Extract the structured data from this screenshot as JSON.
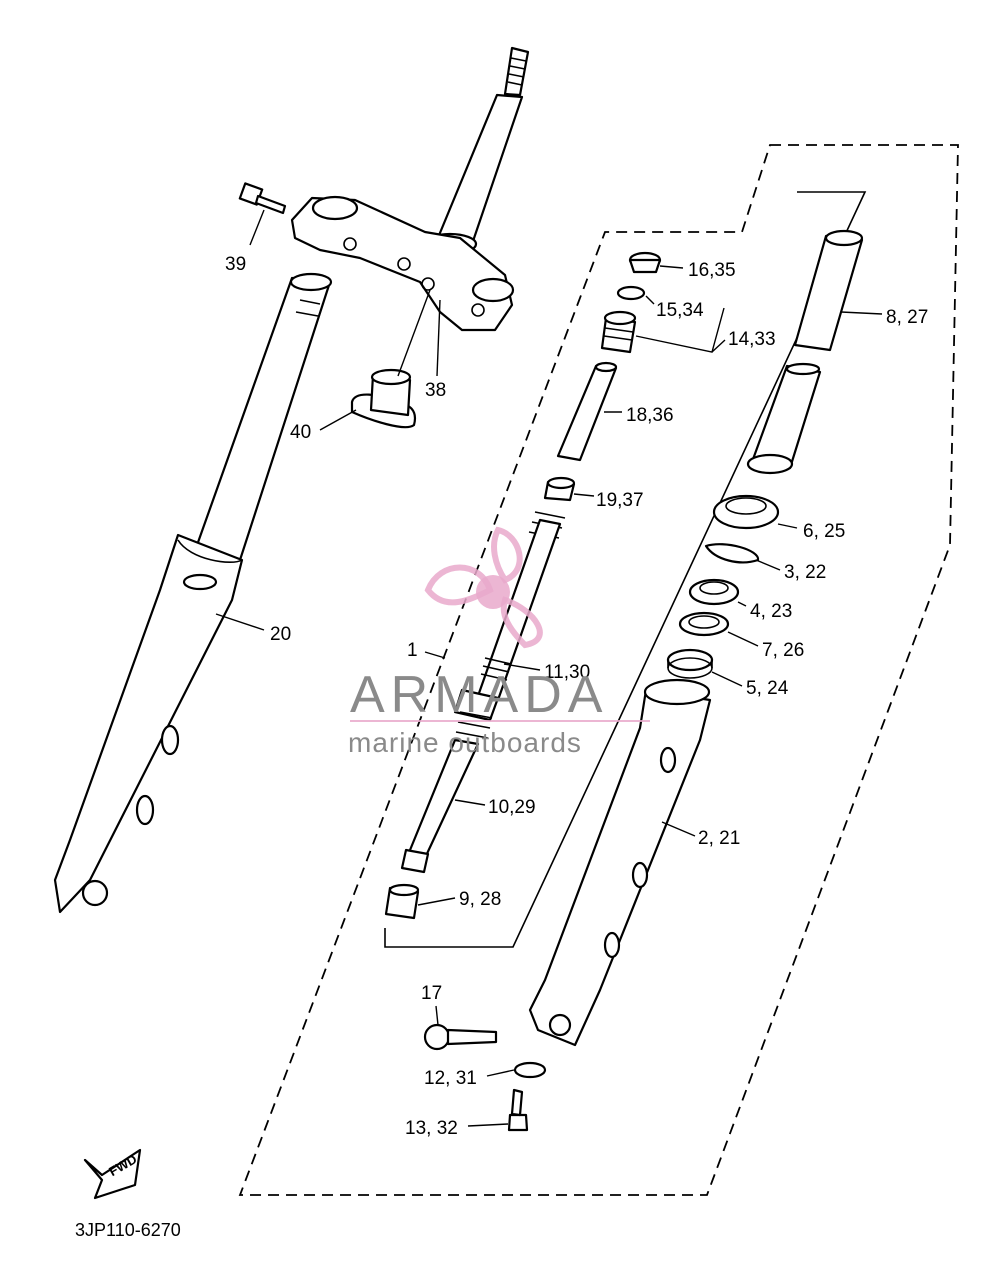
{
  "callouts": [
    {
      "id": "16",
      "text": "16,35"
    },
    {
      "id": "15",
      "text": "15,34"
    },
    {
      "id": "14",
      "text": "14,33"
    },
    {
      "id": "8",
      "text": "8, 27"
    },
    {
      "id": "18",
      "text": "18,36"
    },
    {
      "id": "19",
      "text": "19,37"
    },
    {
      "id": "6",
      "text": "6, 25"
    },
    {
      "id": "3",
      "text": "3, 22"
    },
    {
      "id": "4",
      "text": "4, 23"
    },
    {
      "id": "7",
      "text": "7, 26"
    },
    {
      "id": "5",
      "text": "5, 24"
    },
    {
      "id": "1",
      "text": "1"
    },
    {
      "id": "11",
      "text": "11,30"
    },
    {
      "id": "10",
      "text": "10,29"
    },
    {
      "id": "2",
      "text": "2, 21"
    },
    {
      "id": "9",
      "text": "9, 28"
    },
    {
      "id": "17",
      "text": "17"
    },
    {
      "id": "12",
      "text": "12, 31"
    },
    {
      "id": "13",
      "text": "13, 32"
    },
    {
      "id": "39",
      "text": "39"
    },
    {
      "id": "38",
      "text": "38"
    },
    {
      "id": "40",
      "text": "40"
    },
    {
      "id": "20",
      "text": "20"
    }
  ],
  "fwd_label": "FWD",
  "diagram_code": "3JP110-6270",
  "watermark": {
    "title": "ARMADA",
    "subtitle": "marine outboards",
    "color": "#e9a9cb"
  }
}
